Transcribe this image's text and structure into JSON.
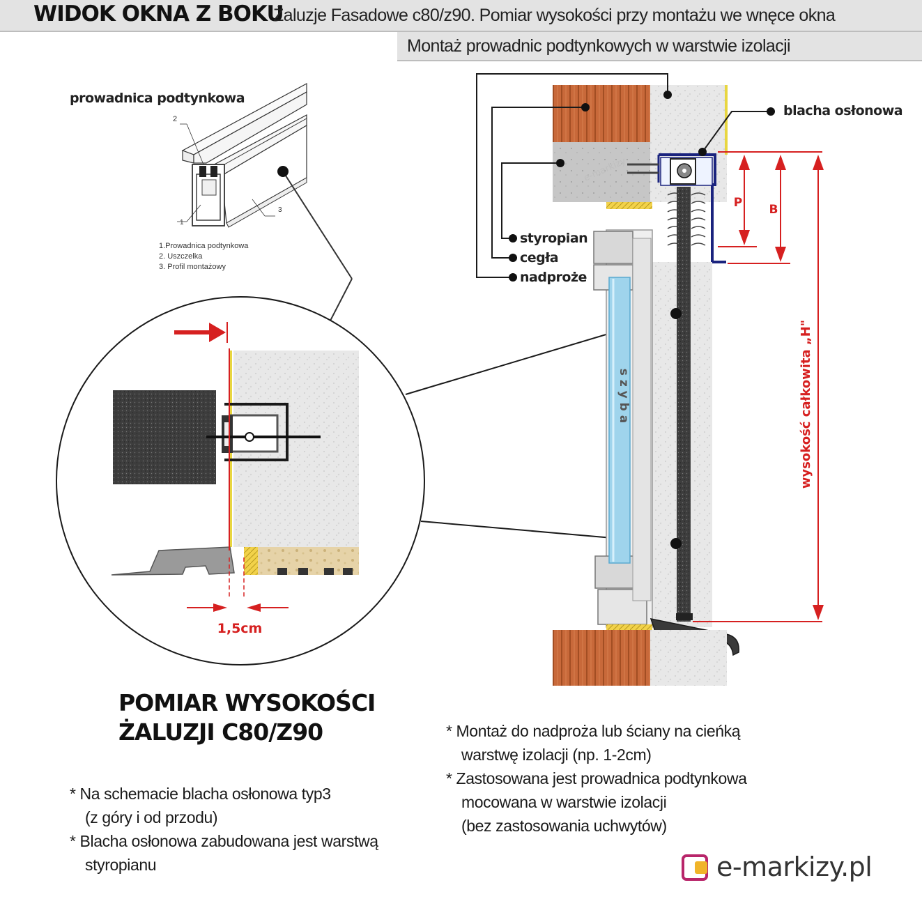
{
  "header": {
    "title": "WIDOK OKNA Z BOKU",
    "subtitle": "Żaluzje Fasadowe c80/z90.  Pomiar wysokości przy montażu we wnęce okna",
    "section": "Montaż prowadnic podtynkowych w warstwie izolacji"
  },
  "detail": {
    "title": "prowadnica podtynkowa",
    "callouts": [
      "1",
      "2",
      "3"
    ],
    "legend": [
      "1.Prowadnica podtynkowa",
      "2. Uszczelka",
      "3. Profil montażowy"
    ],
    "gap_label": "1,5cm"
  },
  "section_view": {
    "labels": {
      "blacha": "blacha osłonowa",
      "styropian": "styropian",
      "cegla": "cegła",
      "nadproze": "nadproże",
      "szyba": "s z y b a",
      "P": "P",
      "B": "B",
      "H": "wysokość całkowita „H\""
    },
    "watermark": "e-markizy"
  },
  "measurement": {
    "title_line1": "POMIAR WYSOKOŚCI",
    "title_line2": "ŻALUZJI C80/Z90"
  },
  "notes_left": {
    "n1_l1": "* Na schemacie blacha osłonowa typ3",
    "n1_l2": "(z góry i od przodu)",
    "n2_l1": "* Blacha osłonowa zabudowana jest warstwą",
    "n2_l2": "styropianu"
  },
  "notes_right": {
    "n1_l1": "* Montaż do nadproża lub ściany na cieńką",
    "n1_l2": "warstwę izolacji (np. 1-2cm)",
    "n2_l1": "* Zastosowana jest prowadnica podtynkowa",
    "n2_l2": "mocowana w warstwie izolacji",
    "n2_l3": "(bez zastosowania uchwytów)"
  },
  "logo": {
    "text": "e-markizy.pl",
    "colors": {
      "frame": "#b8256a",
      "square": "#f0b429"
    }
  },
  "colors": {
    "brick": "#c8693a",
    "concrete": "#c9c9c9",
    "insulation": "#e9e9e9",
    "rail": "#3a3a3a",
    "dimension": "#d62020",
    "glass": "#9fd4ec",
    "frame_blue": "#1a237e"
  }
}
